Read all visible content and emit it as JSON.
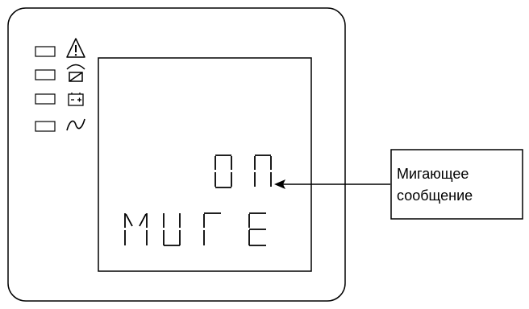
{
  "display": {
    "line1": "ON",
    "line2": "MUTE"
  },
  "indicators": [
    {
      "name": "warning-indicator",
      "icon": "warning-triangle-icon"
    },
    {
      "name": "bypass-indicator",
      "icon": "bypass-icon"
    },
    {
      "name": "battery-indicator",
      "icon": "battery-icon"
    },
    {
      "name": "ac-indicator",
      "icon": "ac-wave-icon"
    }
  ],
  "callout": {
    "line1": "Мигающее",
    "line2": "сообщение"
  }
}
